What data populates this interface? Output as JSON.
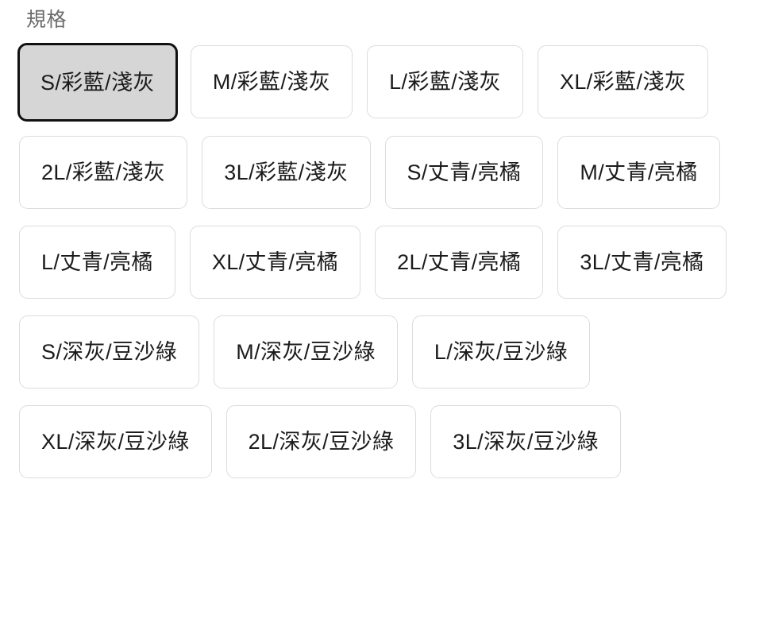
{
  "picker": {
    "label": "規格",
    "selected_value": "S/彩藍/淺灰",
    "colors": {
      "label_text": "#6b6b6b",
      "option_text": "#1b1b1b",
      "option_border": "#dcdcdc",
      "option_background": "#ffffff",
      "selected_background": "#d6d6d6",
      "selected_border": "#111111",
      "page_background": "#ffffff"
    },
    "options": [
      {
        "label": "S/彩藍/淺灰",
        "selected": true
      },
      {
        "label": "M/彩藍/淺灰",
        "selected": false
      },
      {
        "label": "L/彩藍/淺灰",
        "selected": false
      },
      {
        "label": "XL/彩藍/淺灰",
        "selected": false
      },
      {
        "label": "2L/彩藍/淺灰",
        "selected": false
      },
      {
        "label": "3L/彩藍/淺灰",
        "selected": false
      },
      {
        "label": "S/丈青/亮橘",
        "selected": false
      },
      {
        "label": "M/丈青/亮橘",
        "selected": false
      },
      {
        "label": "L/丈青/亮橘",
        "selected": false
      },
      {
        "label": "XL/丈青/亮橘",
        "selected": false
      },
      {
        "label": "2L/丈青/亮橘",
        "selected": false
      },
      {
        "label": "3L/丈青/亮橘",
        "selected": false
      },
      {
        "label": "S/深灰/豆沙綠",
        "selected": false
      },
      {
        "label": "M/深灰/豆沙綠",
        "selected": false
      },
      {
        "label": "L/深灰/豆沙綠",
        "selected": false
      },
      {
        "label": "XL/深灰/豆沙綠",
        "selected": false
      },
      {
        "label": "2L/深灰/豆沙綠",
        "selected": false
      },
      {
        "label": "3L/深灰/豆沙綠",
        "selected": false
      }
    ]
  }
}
